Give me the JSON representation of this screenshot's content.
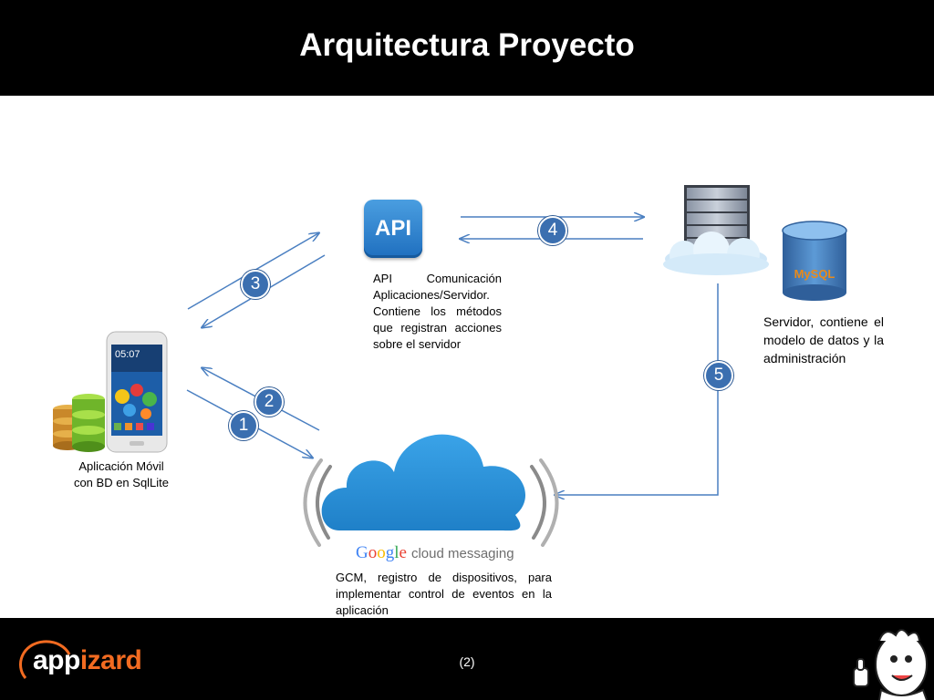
{
  "slide": {
    "title": "Arquitectura Proyecto",
    "page_number": "(2)"
  },
  "logo": {
    "part1": "app",
    "part2": "izard"
  },
  "api": {
    "icon_text": "API",
    "caption": "API Comunicación Aplicaciones/Servidor. Contiene los métodos que registran acciones sobre el servidor"
  },
  "server": {
    "caption": "Servidor, contiene el modelo de datos y la administración",
    "db_label": "MySQL"
  },
  "mobile": {
    "caption_line1": "Aplicación Móvil",
    "caption_line2": "con BD en SqlLite",
    "time": "05:07"
  },
  "gcm": {
    "brand_google": "Google",
    "brand_rest": "cloud messaging",
    "caption": "GCM, registro de dispositivos, para implementar control de eventos en la aplicación"
  },
  "steps": [
    "1",
    "2",
    "3",
    "4",
    "5"
  ],
  "colors": {
    "arrow": "#4a7fc1",
    "badge": "#3b6fb0",
    "cloud": "#2a8fd8",
    "accent": "#f26b21"
  }
}
